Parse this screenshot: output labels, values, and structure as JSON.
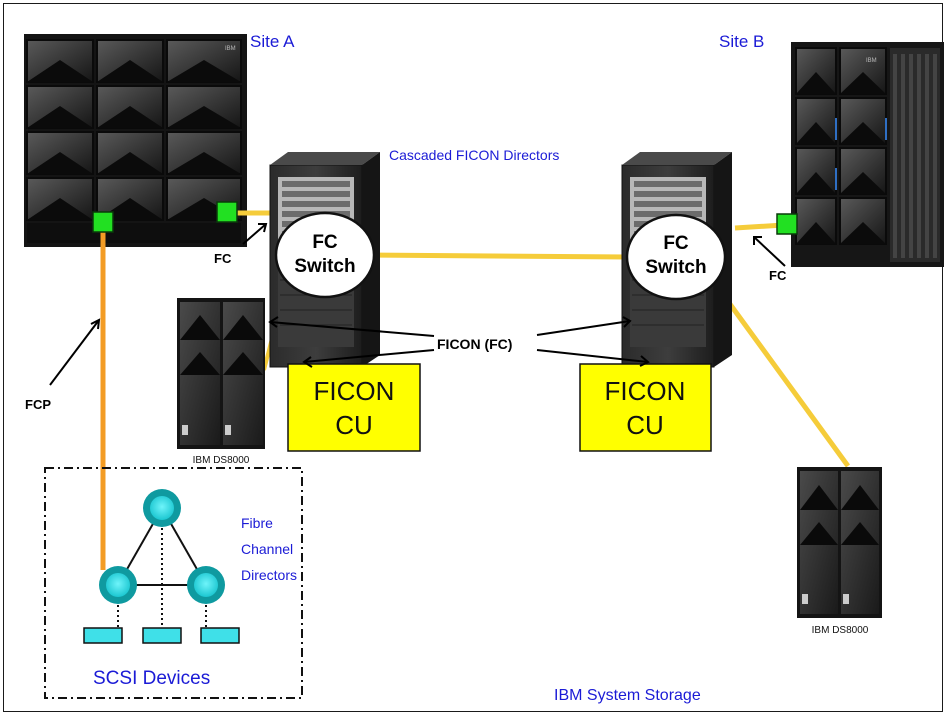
{
  "labels": {
    "site_a": "Site A",
    "site_b": "Site B",
    "cascaded": "Cascaded  FICON Directors",
    "fc_left": "FC",
    "fc_right": "FC",
    "fcp": "FCP",
    "ficon_fc": "FICON (FC)",
    "fibre_line1": "Fibre",
    "fibre_line2": "Channel",
    "fibre_line3": "Directors",
    "scsi_devices": "SCSI Devices",
    "ibm_system_storage": "IBM System Storage"
  },
  "switches": [
    {
      "line1": "FC",
      "line2": "Switch"
    },
    {
      "line1": "FC",
      "line2": "Switch"
    }
  ],
  "control_units": [
    {
      "line1": "FICON",
      "line2": "CU"
    },
    {
      "line1": "FICON",
      "line2": "CU"
    }
  ],
  "storage": [
    {
      "caption": "IBM DS8000"
    },
    {
      "caption": "IBM DS8000"
    }
  ],
  "mainframe_brand": "IBM",
  "colors": {
    "link_yellow": "#f5cc3a",
    "link_orange": "#f39c24",
    "port_green": "#22e022",
    "cu_fill": "#ffff00",
    "label_blue": "#1b1bd6",
    "director_node": "#0f9aa0",
    "director_node_inner": "#3fe0e8"
  }
}
